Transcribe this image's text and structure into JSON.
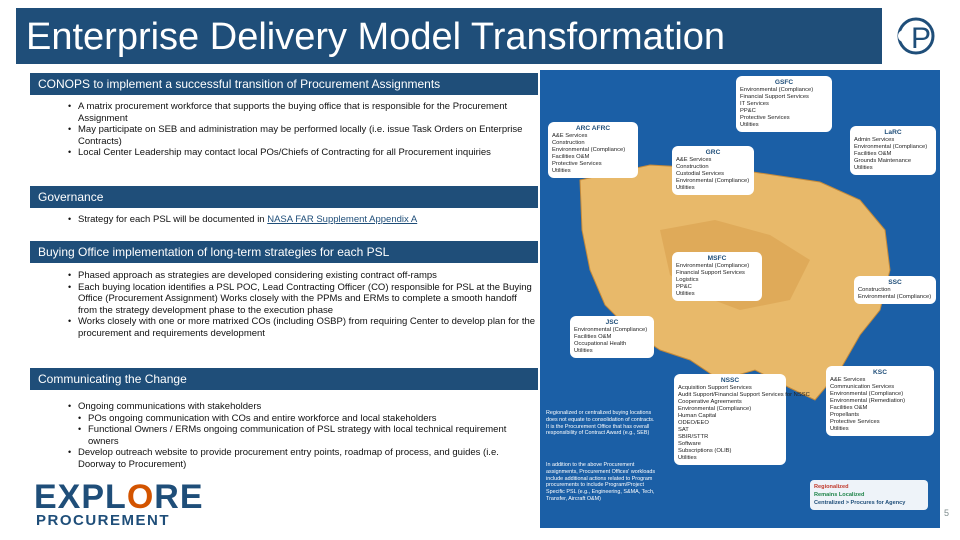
{
  "title": "Enterprise Delivery Model Transformation",
  "logo_letter": "P",
  "sections": {
    "conops": {
      "heading": "CONOPS to implement a successful transition of Procurement Assignments",
      "bullets": [
        "A matrix procurement workforce that supports the buying office that is responsible for the Procurement Assignment",
        "May participate on SEB and administration may be performed locally (i.e. issue Task Orders on Enterprise Contracts)",
        "Local Center Leadership may contact local POs/Chiefs of Contracting for all Procurement inquiries"
      ]
    },
    "governance": {
      "heading": "Governance",
      "bullet_prefix": "Strategy for each PSL will be documented in ",
      "link_text": "NASA FAR Supplement Appendix A"
    },
    "buying": {
      "heading": "Buying Office implementation of long-term strategies for each PSL",
      "bullets": [
        "Phased approach as strategies are developed considering existing contract off-ramps",
        "Each buying location identifies a PSL POC, Lead Contracting Officer (CO) responsible for PSL at the Buying Office (Procurement Assignment) Works closely with the PPMs and ERMs to complete a smooth handoff from the strategy development phase to the execution phase",
        "Works closely with one or more matrixed COs (including OSBP) from requiring Center to develop plan for the procurement and requirements development"
      ]
    },
    "communicating": {
      "heading": "Communicating the Change",
      "bullets": [
        "Ongoing communications with stakeholders",
        "POs ongoing communication with COs and entire workforce and local stakeholders",
        "Functional Owners / ERMs ongoing communication of PSL strategy with local technical requirement owners",
        "Develop outreach website to provide procurement entry points, roadmap of process, and guides (i.e. Doorway to Procurement)"
      ]
    }
  },
  "footer": {
    "logo_top": "EXPL",
    "logo_o": "O",
    "logo_end": "RE",
    "logo_bottom": "PROCUREMENT",
    "page_number": "5"
  },
  "map": {
    "gsfc": {
      "name": "GSFC",
      "items": [
        "Environmental (Compliance)",
        "Financial Support Services",
        "IT Services",
        "PP&C",
        "Protective Services",
        "Utilities"
      ]
    },
    "arc_afrc": {
      "name": "ARC    AFRC",
      "items": [
        "A&E Services",
        "Construction",
        "Environmental (Compliance)",
        "Facilities O&M",
        "Protective Services",
        "Utilities"
      ]
    },
    "grc": {
      "name": "GRC",
      "items": [
        "A&E Services",
        "Construction",
        "Custodial Services",
        "Environmental (Compliance)",
        "Utilities"
      ]
    },
    "larc": {
      "name": "LaRC",
      "items": [
        "Admin Services",
        "Environmental (Compliance)",
        "Facilities O&M",
        "Grounds Maintenance",
        "Utilities"
      ]
    },
    "msfc": {
      "name": "MSFC",
      "items": [
        "Environmental (Compliance)",
        "Financial Support Services",
        "Logistics",
        "PP&C",
        "Utilities"
      ]
    },
    "ssc": {
      "name": "SSC",
      "items": [
        "Construction",
        "Environmental (Compliance)"
      ]
    },
    "jsc": {
      "name": "JSC",
      "items": [
        "Environmental (Compliance)",
        "Facilities O&M",
        "Occupational Health",
        "Utilities"
      ]
    },
    "nssc": {
      "name": "NSSC",
      "items": [
        "Acquisition Support Services",
        "Audit Support/Financial Support Services for NSSC",
        "Cooperative Agreements",
        "Environmental (Compliance)",
        "Human Capital",
        "ODEO/EEO",
        "SAT",
        "SBIR/STTR",
        "Software",
        "Subscriptions (OLIB)",
        "Utilities"
      ]
    },
    "ksc": {
      "name": "KSC",
      "items": [
        "A&E Services",
        "Communication Services",
        "Environmental (Compliance)",
        "Environmental (Remediation)",
        "Facilities O&M",
        "Propellants",
        "Protective Services",
        "Utilities"
      ]
    },
    "note_1": "Regionalized or centralized buying locations does not equate to consolidation of contracts. It is the Procurement Office that has overall responsibility of Contract Award (e.g., SEB)",
    "note_2": "In addition to the above Procurement assignments, Procurement Offices' workloads include additional actions related to Program procurements to include Program/Project Specific PSL (e.g., Engineering, S&MA, Tech, Transfer, Aircraft O&M)",
    "legend": [
      "Regionalized",
      "Remains Localized",
      "Centralized > Procures for Agency"
    ]
  }
}
